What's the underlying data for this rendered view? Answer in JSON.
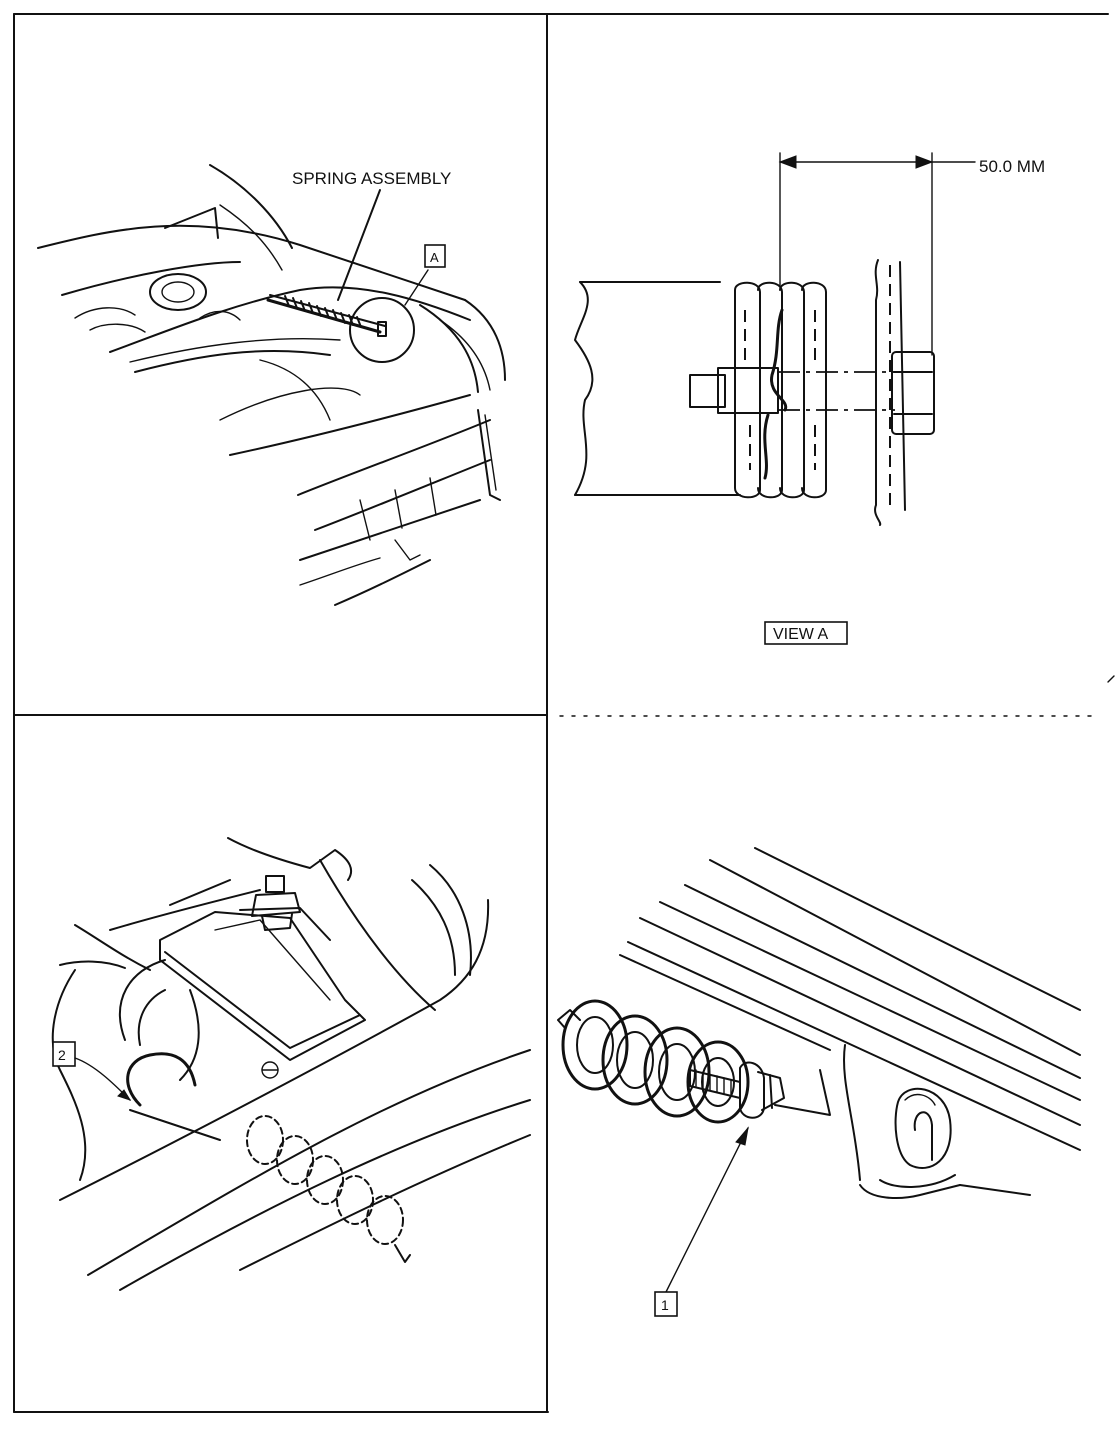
{
  "panels": {
    "top_left": {
      "callout_label": "SPRING ASSEMBLY",
      "view_tag": "A"
    },
    "top_right": {
      "dimension_label": "50.0 MM",
      "view_caption": "VIEW A"
    },
    "bottom_left": {
      "item_tag": "2"
    },
    "bottom_right": {
      "item_tag": "1"
    }
  }
}
